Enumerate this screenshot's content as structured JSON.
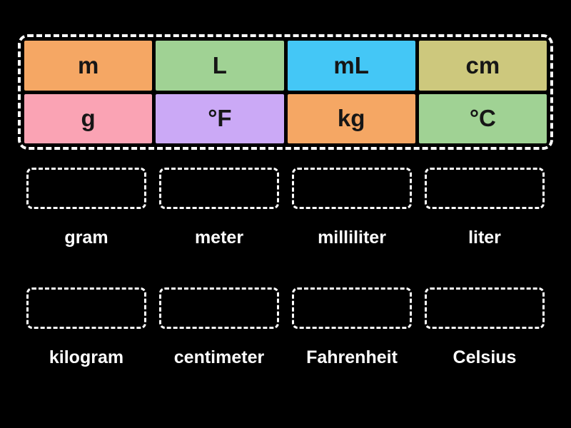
{
  "background": "#000000",
  "colors": {
    "dashed_border": "#FFFFFF",
    "tile_text": "#161616",
    "label_text": "#FFFFFF"
  },
  "bank": {
    "tiles": [
      {
        "label": "m",
        "color": "#F5A764"
      },
      {
        "label": "L",
        "color": "#A0D294"
      },
      {
        "label": "mL",
        "color": "#44C7F6"
      },
      {
        "label": "cm",
        "color": "#CDC87D"
      },
      {
        "label": "g",
        "color": "#FAA3B4"
      },
      {
        "label": "°F",
        "color": "#CBA9F6"
      },
      {
        "label": "kg",
        "color": "#F5A764"
      },
      {
        "label": "°C",
        "color": "#A0D294"
      }
    ]
  },
  "groups": [
    {
      "items": [
        {
          "label": "gram"
        },
        {
          "label": "meter"
        },
        {
          "label": "milliliter"
        },
        {
          "label": "liter"
        }
      ]
    },
    {
      "items": [
        {
          "label": "kilogram"
        },
        {
          "label": "centimeter"
        },
        {
          "label": "Fahrenheit"
        },
        {
          "label": "Celsius"
        }
      ]
    }
  ]
}
